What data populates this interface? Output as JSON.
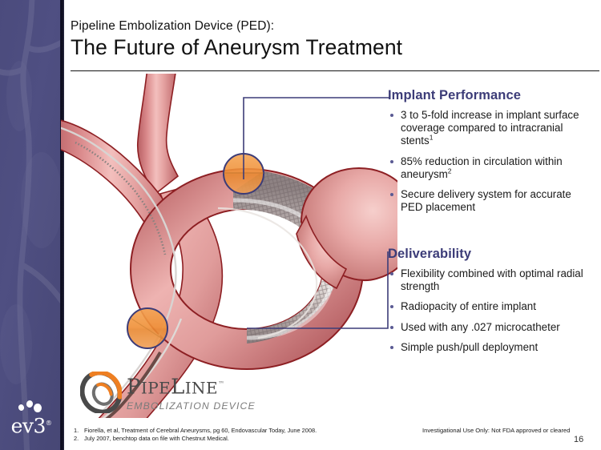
{
  "slide": {
    "page_number": "16",
    "accent_heading_color": "#3c3c78",
    "vessel_color": "#e08b8b",
    "highlight_color": "#f0963c"
  },
  "header": {
    "kicker": "Pipeline Embolization Device (PED):",
    "headline": "The Future of Aneurysm Treatment"
  },
  "callouts": [
    {
      "heading": "Implant Performance",
      "bullets": [
        {
          "text": "3 to 5-fold increase in implant surface coverage compared to intracranial stents",
          "sup": "1"
        },
        {
          "text": "85% reduction in circulation within aneurysm",
          "sup": "2"
        },
        {
          "text": "Secure delivery system for accurate PED placement",
          "sup": ""
        }
      ]
    },
    {
      "heading": "Deliverability",
      "bullets": [
        {
          "text": "Flexibility combined with optimal radial strength",
          "sup": ""
        },
        {
          "text": "Radiopacity of entire implant",
          "sup": ""
        },
        {
          "text": "Used with any .027 microcatheter",
          "sup": ""
        },
        {
          "text": "Simple push/pull deployment",
          "sup": ""
        }
      ]
    }
  ],
  "product_logo": {
    "name_part1": "P",
    "name_part2": "IPE",
    "name_part3": "L",
    "name_part4": "INE",
    "trademark": "™",
    "subtitle": "EMBOLIZATION DEVICE"
  },
  "company_logo": {
    "wordmark": "ev3",
    "registered": "®"
  },
  "footer": {
    "footnotes": [
      {
        "num": "1.",
        "text": "Fiorella, et al, Treatment of Cerebral Aneurysms, pg 60, Endovascular Today, June 2008."
      },
      {
        "num": "2.",
        "text": "July 2007, benchtop data on file with Chestnut Medical."
      }
    ],
    "disclaimer": "Investigational Use Only:  Not FDA approved or cleared"
  }
}
